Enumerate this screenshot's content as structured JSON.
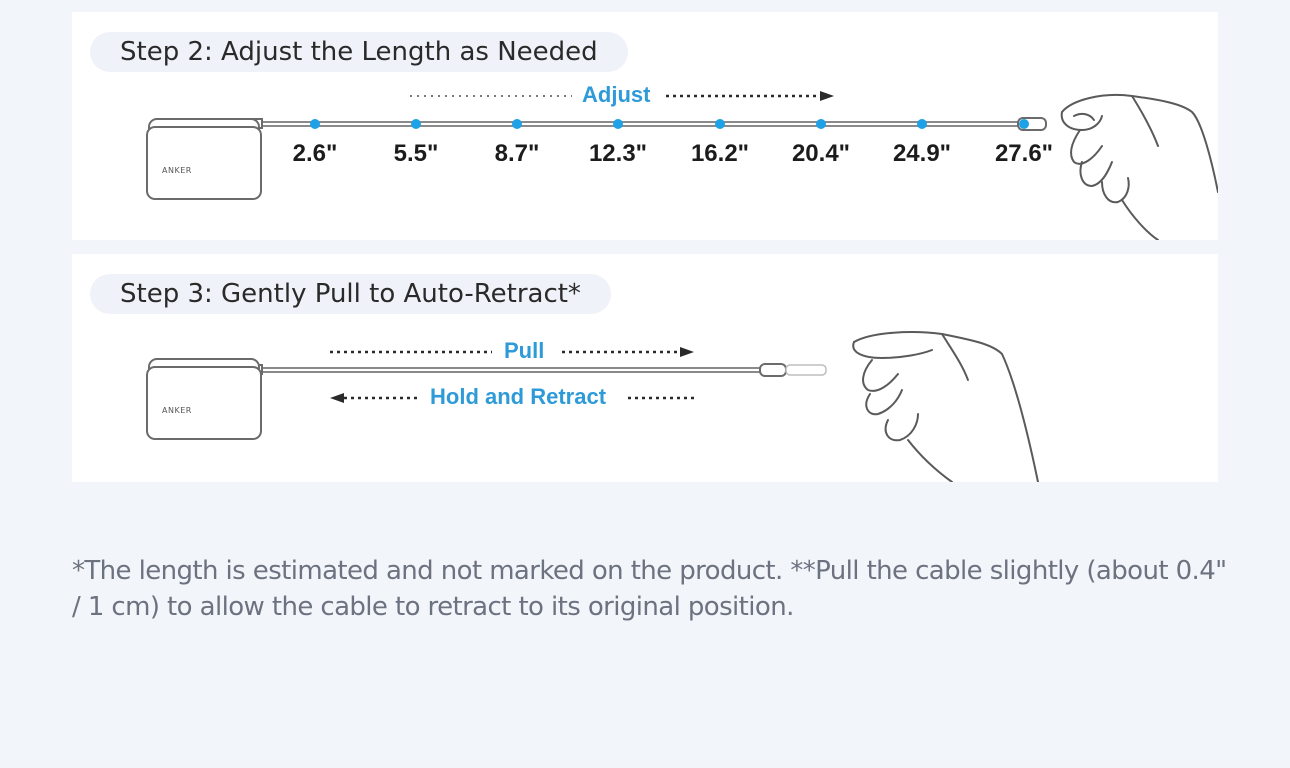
{
  "step2": {
    "title": "Step 2: Adjust the Length as Needed",
    "arrow_label": "Adjust",
    "brand": "ANKER",
    "lengths": [
      "2.6\"",
      "5.5\"",
      "8.7\"",
      "12.3\"",
      "16.2\"",
      "20.4\"",
      "24.9\"",
      "27.6\""
    ]
  },
  "step3": {
    "title": "Step 3: Gently Pull to Auto-Retract*",
    "pull_label": "Pull",
    "retract_label": "Hold and Retract",
    "brand": "ANKER"
  },
  "footnote": "*The length is estimated and not marked on the product. **Pull the cable slightly (about 0.4\" / 1 cm) to allow the cable to retract to its original position.",
  "colors": {
    "accent": "#2e9bd8",
    "marker": "#1ea1e6",
    "page_bg": "#f2f5fa",
    "panel_bg": "#ffffff",
    "pill_bg": "#eff2f8",
    "footnote_text": "#6d7280"
  }
}
